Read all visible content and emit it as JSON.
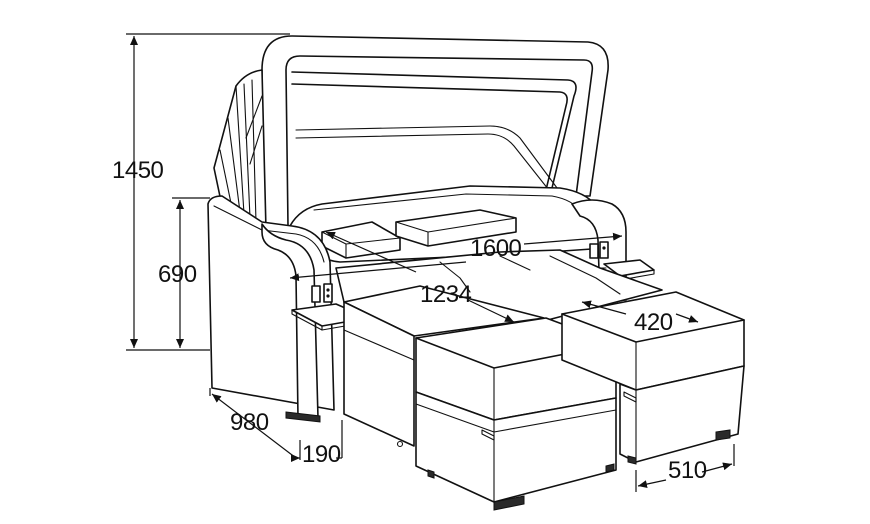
{
  "dimensions": {
    "total_height": "1450",
    "seat_height": "690",
    "total_width": "1600",
    "seat_depth": "1234",
    "ottoman_width": "420",
    "depth": "980",
    "side_width": "190",
    "ottoman_depth": "510"
  }
}
